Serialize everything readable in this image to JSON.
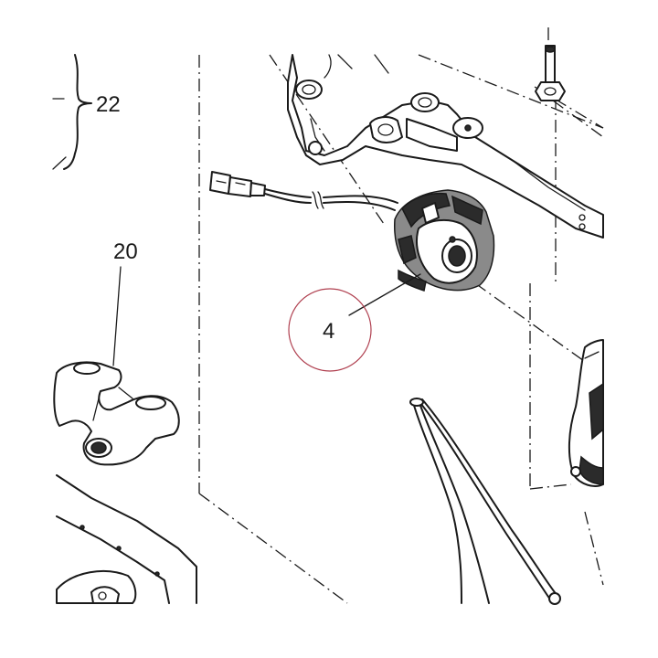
{
  "callouts": {
    "part_22": "22",
    "part_20": "20",
    "part_4": "4"
  },
  "highlight_color": "#b04050",
  "line_color": "#1a1a1a"
}
